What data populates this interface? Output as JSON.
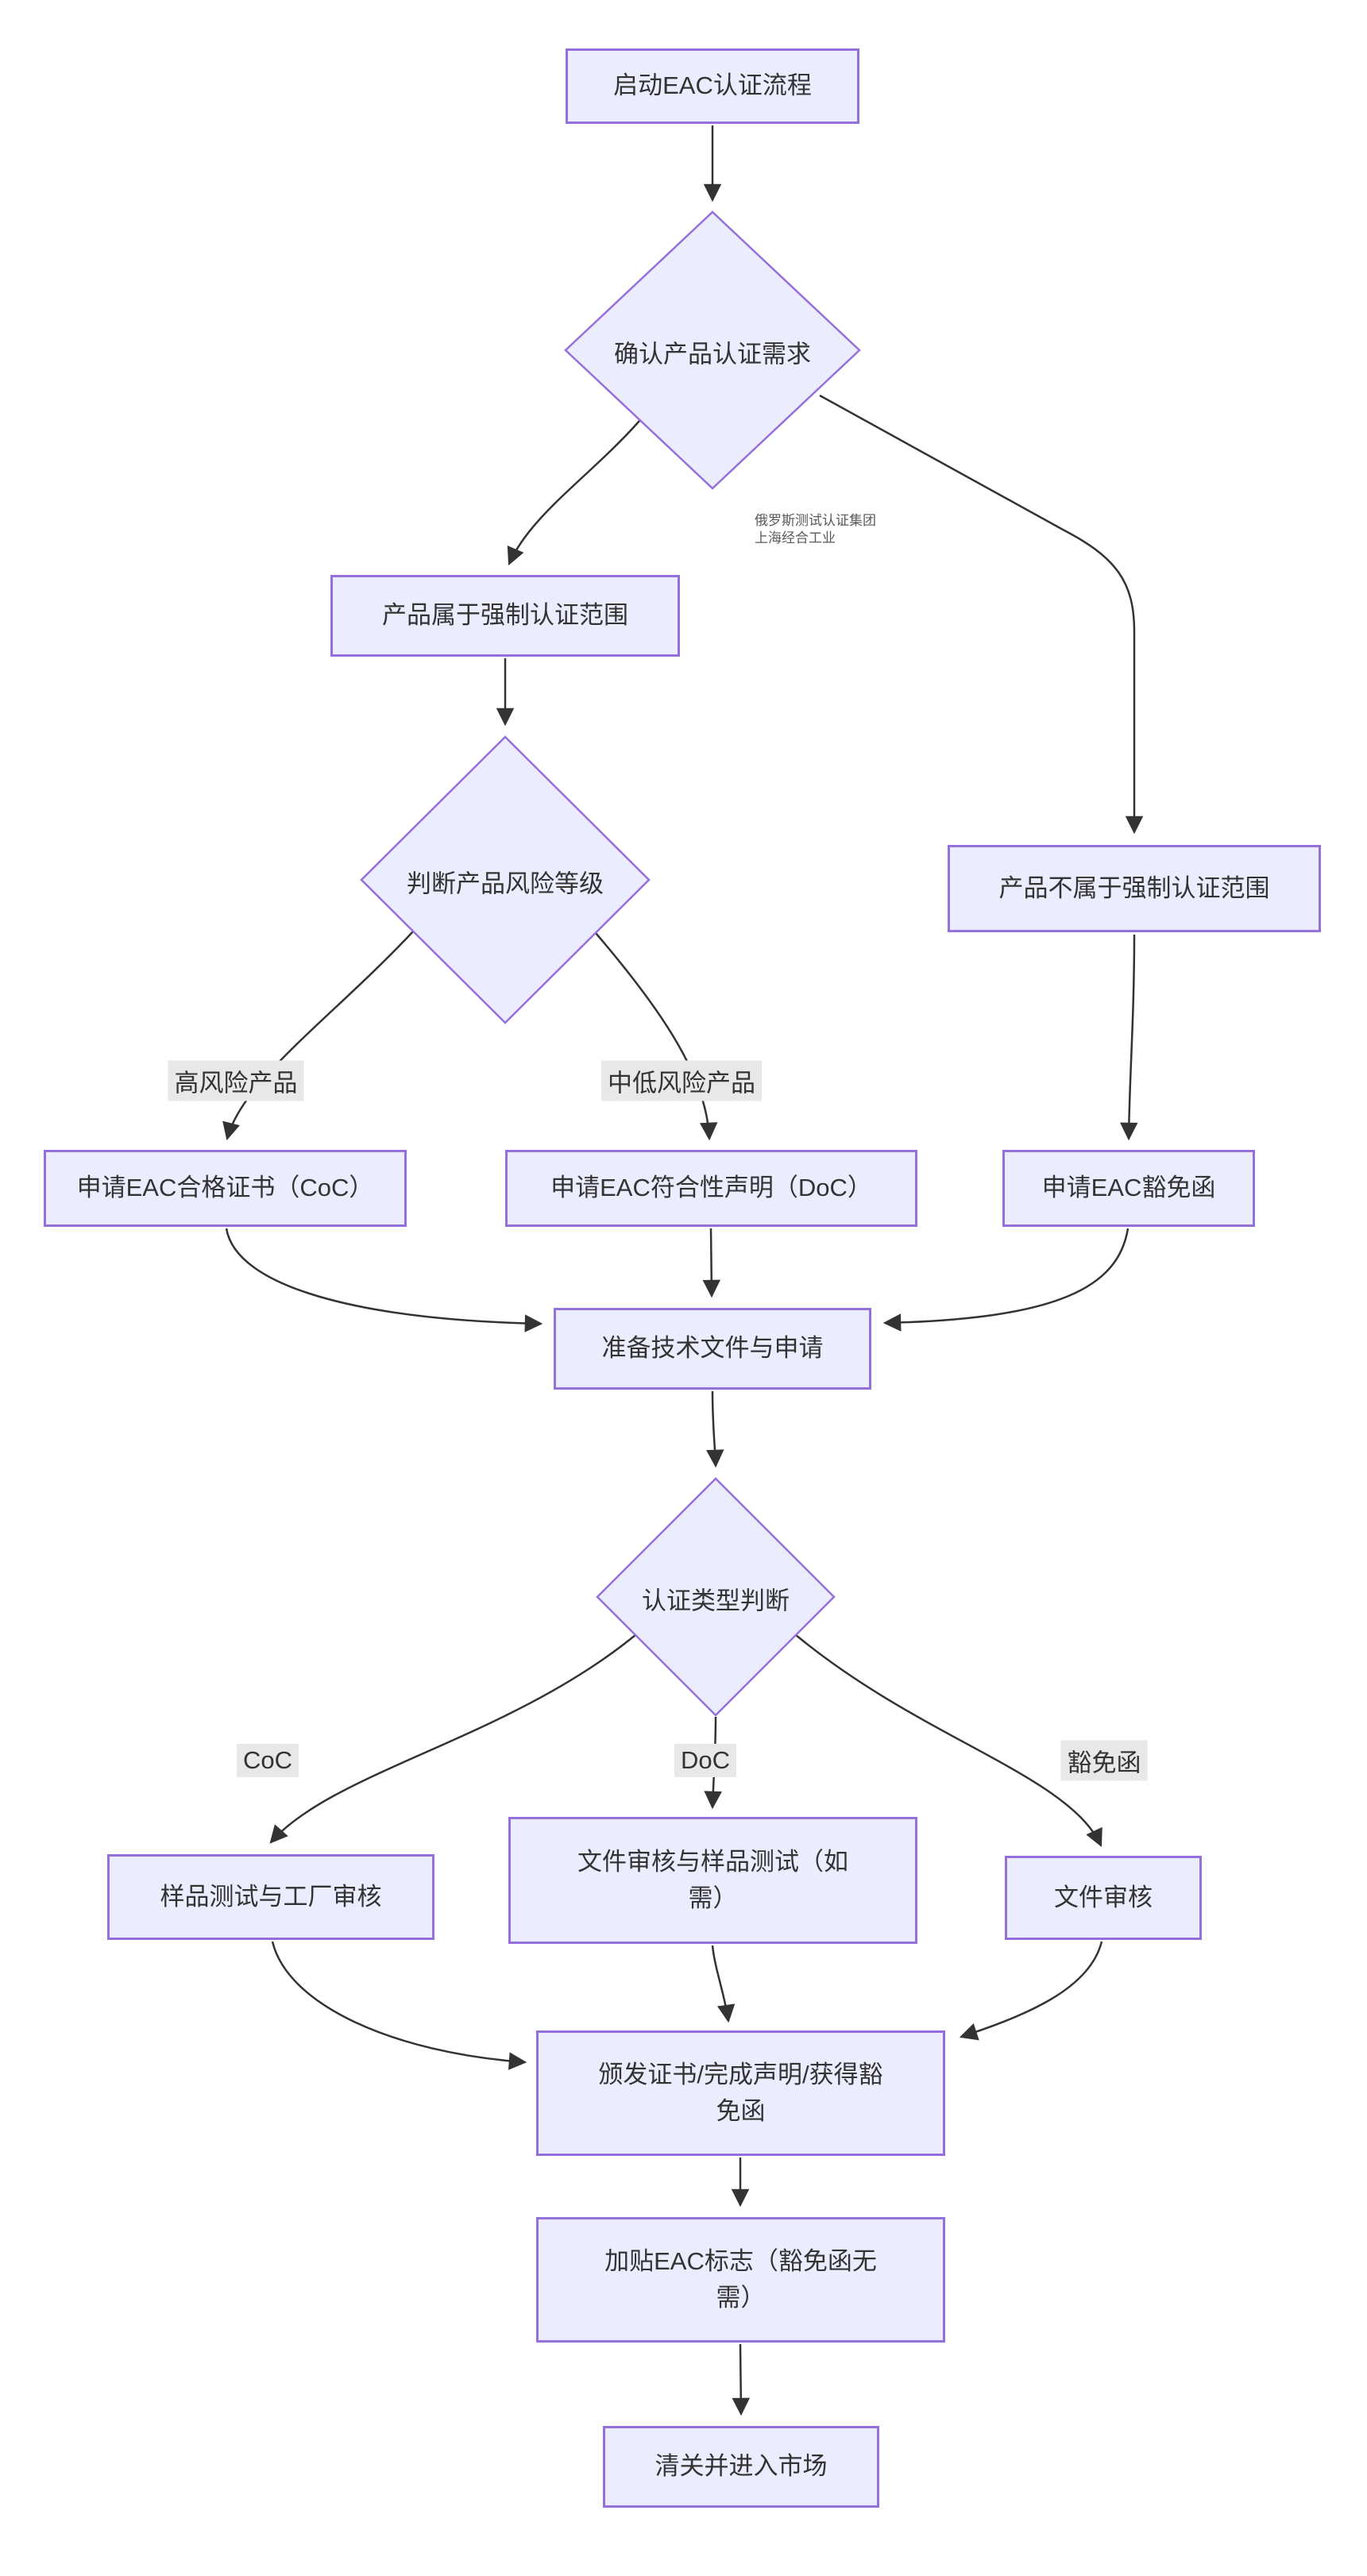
{
  "diagram": {
    "watermark": {
      "line1": "俄罗斯测试认证集团",
      "line2": "上海经合工业"
    },
    "nodes": {
      "start": "启动EAC认证流程",
      "confirm_need": "确认产品认证需求",
      "in_scope": "产品属于强制认证范围",
      "risk_level": "判断产品风险等级",
      "out_scope": "产品不属于强制认证范围",
      "apply_coc": "申请EAC合格证书（CoC）",
      "apply_doc": "申请EAC符合性声明（DoC）",
      "apply_exemption": "申请EAC豁免函",
      "prepare_docs": "准备技术文件与申请",
      "cert_type": "认证类型判断",
      "sample_test_audit": "样品测试与工厂审核",
      "doc_review_sample": "文件审核与样品测试（如需）",
      "doc_review": "文件审核",
      "issue": "颁发证书/完成声明/获得豁免函",
      "mark": "加贴EAC标志（豁免函无需）",
      "customs": "清关并进入市场"
    },
    "edge_labels": {
      "high_risk": "高风险产品",
      "mid_low_risk": "中低风险产品",
      "coc": "CoC",
      "doc": "DoC",
      "exemption": "豁免函"
    },
    "colors": {
      "node_fill": "#ECECFF",
      "node_border": "#9370DB",
      "edge": "#333333",
      "text": "#333333",
      "label_bg": "#e8e8e8",
      "watermark": "#595959"
    }
  }
}
